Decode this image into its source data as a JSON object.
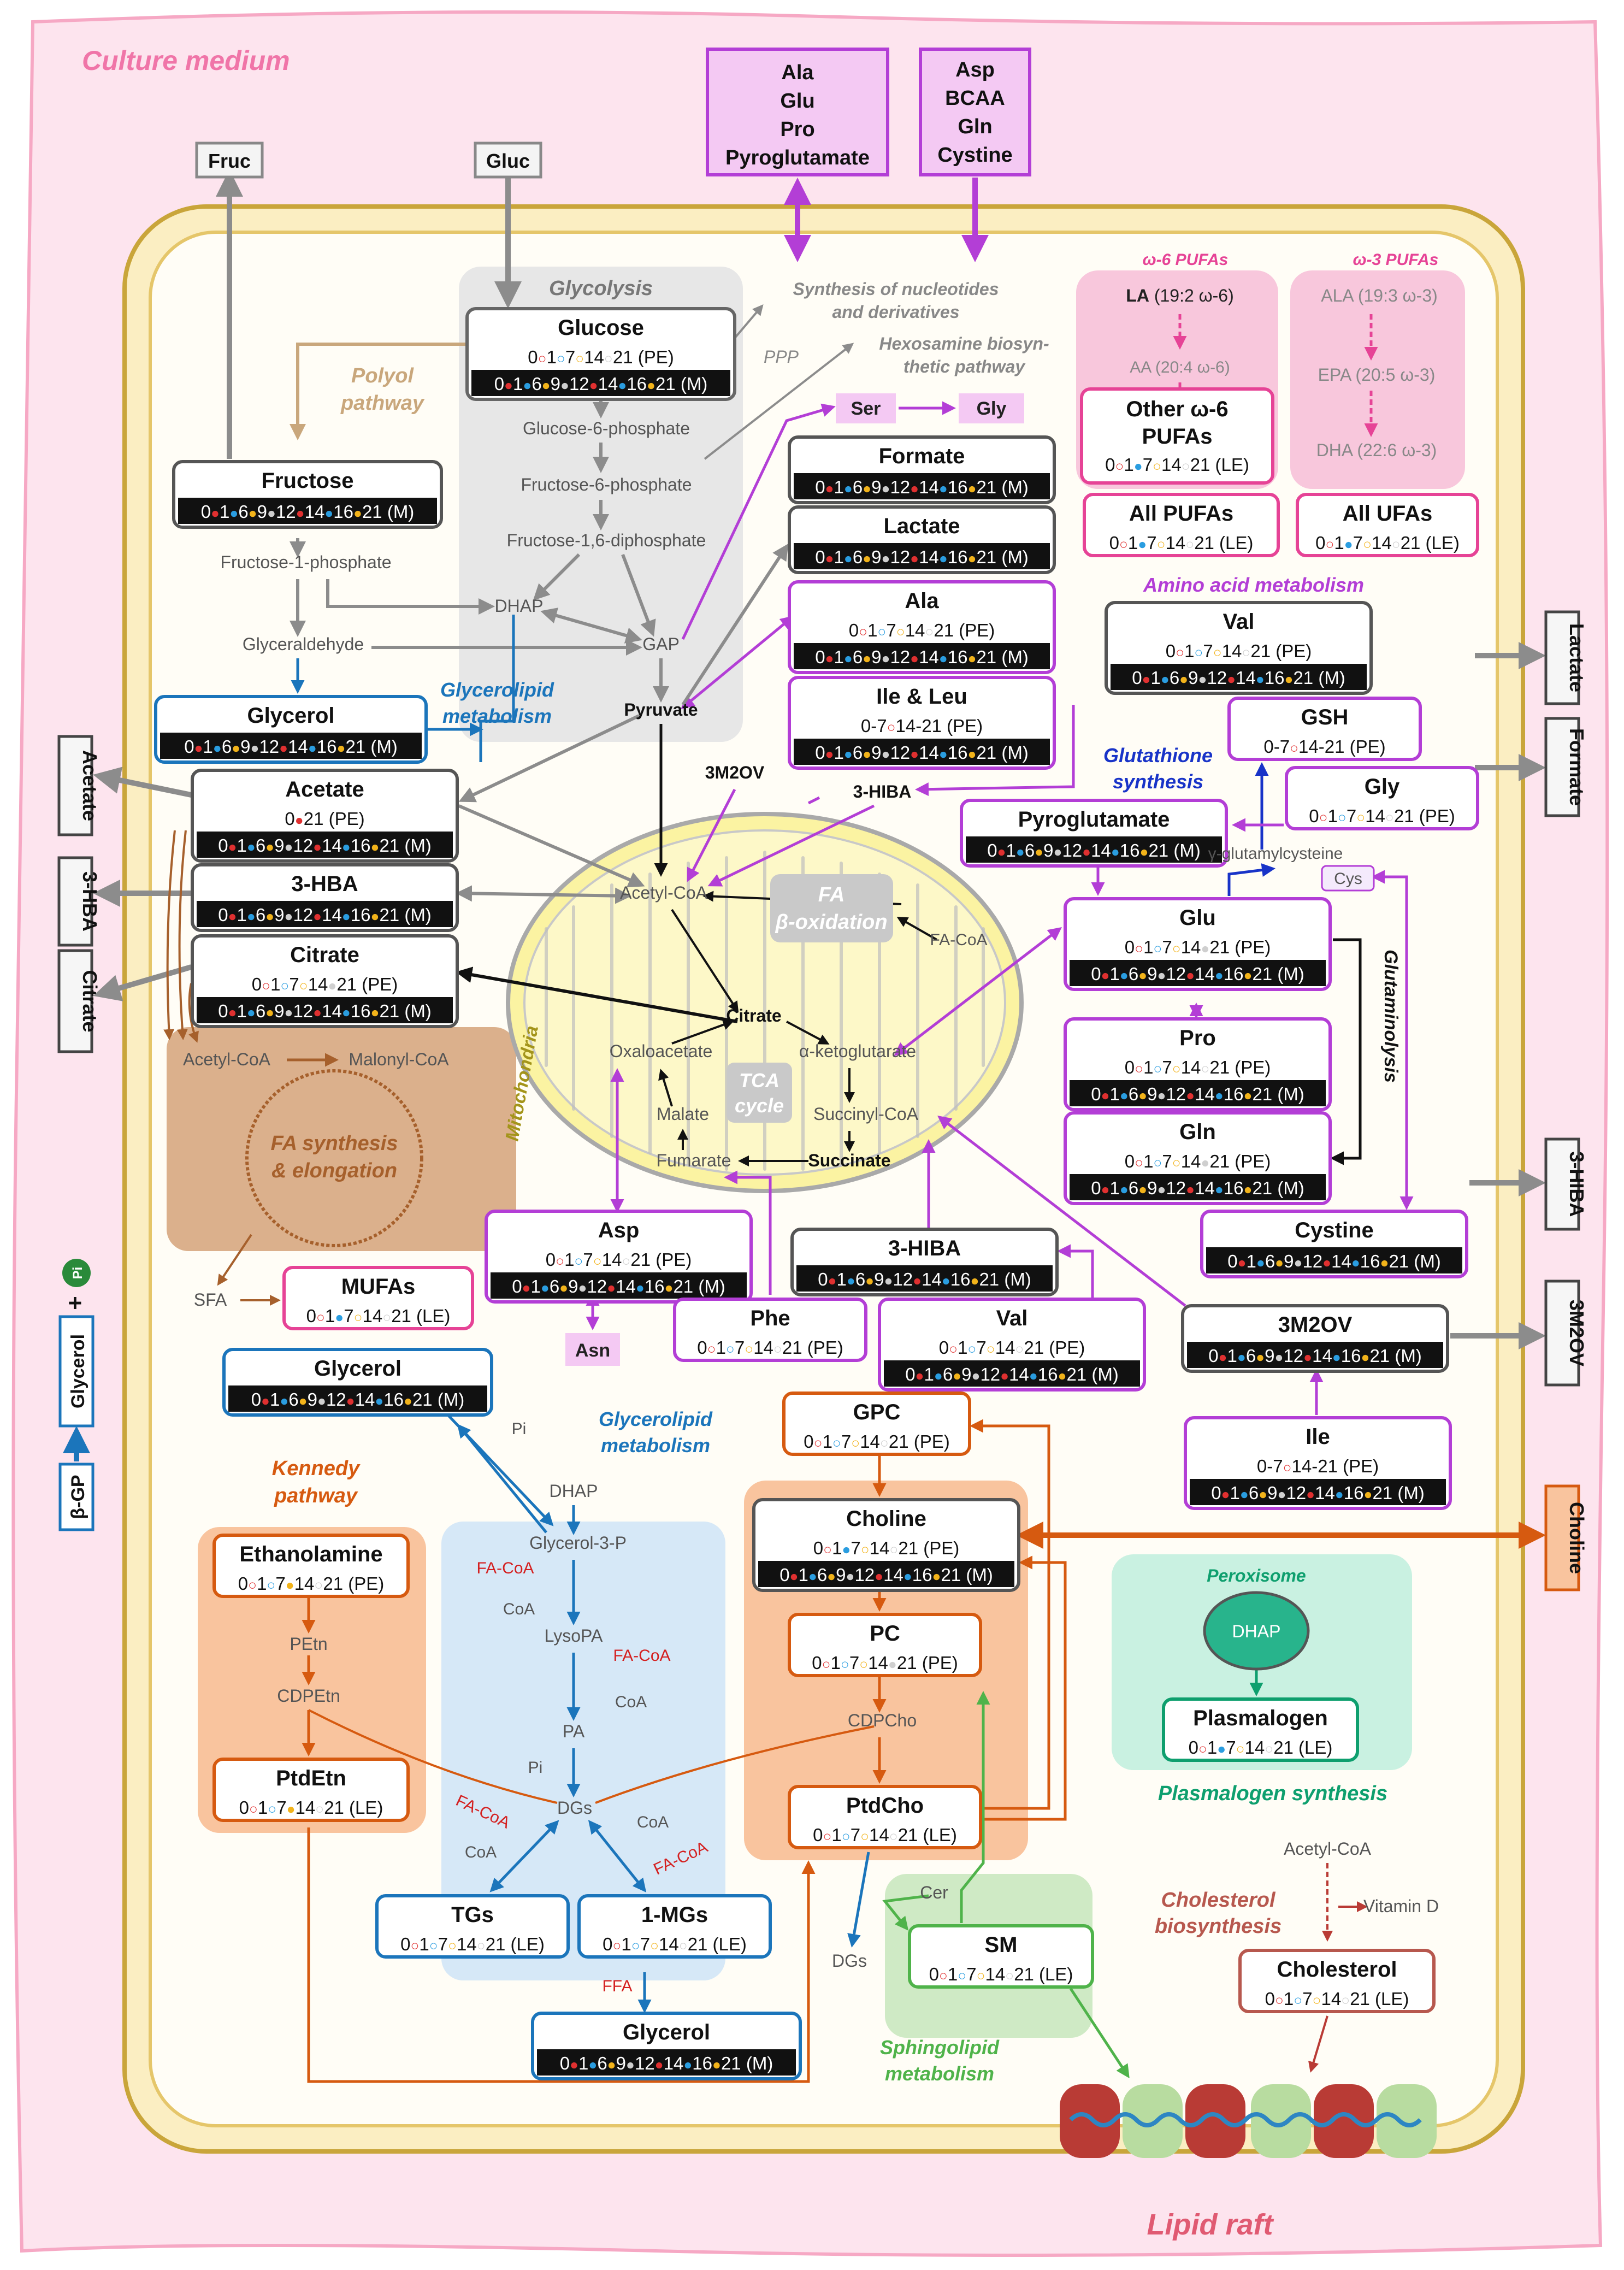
{
  "colors": {
    "medium_fill": "#fde4ee",
    "medium_border": "#f6a8c4",
    "cell_outer": "#c9a53a",
    "cell_inner_fill": "#fff9e8",
    "cell_inner_border": "#e5c66a",
    "glycolysis_bg": "#e7e7e7",
    "grey_arrow": "#8c8c8c",
    "purple": "#b33ed6",
    "purple_box_fill": "#f4c9f3",
    "blue": "#1b75bb",
    "blue_bg": "#d6e8f7",
    "orange": "#d65a10",
    "orange_bg": "#f9c49e",
    "green": "#4fb34a",
    "green_bg": "#cfeac5",
    "teal": "#0e9f6e",
    "teal_bg": "#c9f1e1",
    "brown": "#a6602c",
    "brown_bg": "#dbb08c",
    "pink": "#e64396",
    "pink_bg": "#f8c7dc",
    "red": "#d42020",
    "tan": "#c9a77c",
    "navy": "#1833c8",
    "mito_fill": "#fbf3a2",
    "mito_border": "#a9a9a9",
    "raft_red": "#b93b35",
    "raft_green": "#b8dca0",
    "raft_blue": "#2d86c3"
  },
  "labels": {
    "culture_medium": "Culture medium",
    "fruc": "Fruc",
    "gluc": "Gluc",
    "ala_glu_pro_pyro": [
      "Ala",
      "Glu",
      "Pro",
      "Pyroglutamate"
    ],
    "asp_bcaa_gln_cys": [
      "Asp",
      "BCAA",
      "Gln",
      "Cystine"
    ],
    "glycolysis": "Glycolysis",
    "polyol_pathway": [
      "Polyol",
      "pathway"
    ],
    "synthesis_nucleotides": [
      "Synthesis of nucleotides",
      "and derivatives"
    ],
    "ppp": "PPP",
    "hexosamine": [
      "Hexosamine biosyn-",
      "thetic pathway"
    ],
    "w6_pufas": "ω-6 PUFAs",
    "w3_pufas": "ω-3 PUFAs",
    "la": "LA (19:2 ω-6)",
    "la_bold": "LA",
    "la_rest": " (19:2 ω-6)",
    "aa": "AA (20:4 ω-6)",
    "ala_w3": "ALA (19:3 ω-3)",
    "epa": "EPA (20:5 ω-3)",
    "dha": "DHA (22:6 ω-3)",
    "glucose_6_p": "Glucose-6-phosphate",
    "fructose_6_p": "Fructose-6-phosphate",
    "fructose_16_dp": "Fructose-1,6-diphosphate",
    "fructose_1_p": "Fructose-1-phosphate",
    "dhap": "DHAP",
    "glyceraldehyde": "Glyceraldehyde",
    "gap": "GAP",
    "pyruvate": "Pyruvate",
    "ser": "Ser",
    "gly_small": "Gly",
    "amino_acid_metabolism": "Amino acid metabolism",
    "glycerolipid_metabolism": [
      "Glycerolipid",
      "metabolism"
    ],
    "glutathione_synthesis": [
      "Glutathione",
      "synthesis"
    ],
    "gamma_glu_cys": "γ-glutamylcysteine",
    "cys": "Cys",
    "glutaminolysis": "Glutaminolysis",
    "three_m2ov": "3M2OV",
    "three_hiba": "3-HIBA",
    "fa_beta_ox": [
      "FA",
      "β-oxidation"
    ],
    "fa_coa_mito": "FA-CoA",
    "acetyl_coa_mito": "Acetyl-CoA",
    "citrate_mito": "Citrate",
    "oxaloacetate": "Oxaloacetate",
    "alpha_kg": "α-ketoglutarate",
    "malate": "Malate",
    "tca_cycle": [
      "TCA",
      "cycle"
    ],
    "succinyl_coa": "Succinyl-CoA",
    "fumarate": "Fumarate",
    "succinate": "Succinate",
    "mitochondria": "Mitochondria",
    "acetyl_coa": "Acetyl-CoA",
    "malonyl_coa": "Malonyl-CoA",
    "fa_synthesis": [
      "FA synthesis",
      "& elongation"
    ],
    "sfa": "SFA",
    "asn": "Asn",
    "kennedy_pathway": [
      "Kennedy",
      "pathway"
    ],
    "glycerolipid_metabolism_2": [
      "Glycerolipid",
      "metabolism"
    ],
    "pi": "Pi",
    "dhap2": "DHAP",
    "glycerol_3_p": "Glycerol-3-P",
    "fa_coa": "FA-CoA",
    "coa": "CoA",
    "lysopa": "LysoPA",
    "pa": "PA",
    "dgs": "DGs",
    "petn": "PEtn",
    "cdpetn": "CDPEtn",
    "cdpcho": "CDPCho",
    "ffa": "FFA",
    "cer": "Cer",
    "sphingolipid_metabolism": [
      "Sphingolipid",
      "metabolism"
    ],
    "peroxisome": "Peroxisome",
    "plasmalogen_synthesis": "Plasmalogen synthesis",
    "acetyl_coa_chol": "Acetyl-CoA",
    "vitamin_d": "Vitamin D",
    "cholesterol_biosynthesis": [
      "Cholesterol",
      "biosynthesis"
    ],
    "lipid_raft": "Lipid raft",
    "out_lactate": "Lactate",
    "out_formate": "Formate",
    "out_acetate": "Acetate",
    "out_3hba": "3-HBA",
    "out_citrate": "Citrate",
    "out_3hiba": "3-HIBA",
    "out_3m2ov": "3M2OV",
    "out_choline": "Choline",
    "beta_gp": "β-GP",
    "glycerol_side": "Glycerol",
    "plus": "+",
    "pi_circle": "Pi"
  },
  "boxes": {
    "glucose": {
      "title": "Glucose",
      "pe": "0○1○7○14○21 (PE)",
      "m": "0●1●6●9●12●14●16●21 (M)"
    },
    "fructose": {
      "title": "Fructose",
      "m": "0●1●6●9●12●14●16●21 (M)"
    },
    "glycerol1": {
      "title": "Glycerol",
      "m": "0●1●6●9●12●14●16●21 (M)"
    },
    "acetate": {
      "title": "Acetate",
      "pe": "0●21 (PE)",
      "m": "0●1●6●9●12●14●16●21 (M)"
    },
    "hba": {
      "title": "3-HBA",
      "m": "0●1●6●9●12●14●16●21 (M)"
    },
    "citrate": {
      "title": "Citrate",
      "pe": "0○1○7○14●21 (PE)",
      "m": "0●1●6●9●12●14●16●21 (M)"
    },
    "formate": {
      "title": "Formate",
      "m": "0●1●6●9●12●14●16●21 (M)"
    },
    "lactate": {
      "title": "Lactate",
      "m": "0●1●6●9●12●14●16●21 (M)"
    },
    "ala": {
      "title": "Ala",
      "pe": "0○1○7○14○21 (PE)",
      "m": "0●1●6●9●12●14●16●21 (M)"
    },
    "ile_leu": {
      "title": "Ile & Leu",
      "pe": "0-7○14-21 (PE)",
      "m": "0●1●6●9●12●14●16●21 (M)"
    },
    "other_w6": {
      "title1": "Other ω-6",
      "title2": "PUFAs",
      "le": "0○1●7○14○21 (LE)"
    },
    "all_pufas": {
      "title": "All PUFAs",
      "le": "0○1●7○14○21 (LE)"
    },
    "all_ufas": {
      "title": "All UFAs",
      "le": "0○1●7○14○21 (LE)"
    },
    "val1": {
      "title": "Val",
      "pe": "0○1○7○14○21 (PE)",
      "m": "0●1●6●9●12●14●16●21 (M)"
    },
    "gsh": {
      "title": "GSH",
      "pe": "0-7○14-21 (PE)"
    },
    "gly": {
      "title": "Gly",
      "pe": "0○1○7○14○21 (PE)"
    },
    "pyroglutamate": {
      "title": "Pyroglutamate",
      "m": "0●1●6●9●12●14●16●21 (M)"
    },
    "glu": {
      "title": "Glu",
      "pe": "0○1○7○14●21 (PE)",
      "m": "0●1●6●9●12●14●16●21 (M)"
    },
    "pro": {
      "title": "Pro",
      "pe": "0○1○7○14○21 (PE)",
      "m": "0●1●6●9●12●14●16●21 (M)"
    },
    "gln": {
      "title": "Gln",
      "pe": "0○1○7○14●21 (PE)",
      "m": "0●1●6●9●12●14●16●21 (M)"
    },
    "cystine": {
      "title": "Cystine",
      "m": "0●1●6●9●12●14●16●21 (M)"
    },
    "asp": {
      "title": "Asp",
      "pe": "0○1○7○14○21 (PE)",
      "m": "0●1●6●9●12●14●16●21 (M)"
    },
    "mufas": {
      "title": "MUFAs",
      "le": "0○1●7○14○21 (LE)"
    },
    "hiba_box": {
      "title": "3-HIBA",
      "m": "0●1●6●9●12●14●16●21 (M)"
    },
    "phe": {
      "title": "Phe",
      "pe": "0○1○7○14○21 (PE)"
    },
    "val2": {
      "title": "Val",
      "pe": "0○1○7○14○21 (PE)",
      "m": "0●1●6●9●12●14●16●21 (M)"
    },
    "m2ov_box": {
      "title": "3M2OV",
      "m": "0●1●6●9●12●14●16●21 (M)"
    },
    "glycerol2": {
      "title": "Glycerol",
      "m": "0●1●6●9●12●14●16●21 (M)"
    },
    "gpc": {
      "title": "GPC",
      "pe": "0○1○7○14○21 (PE)"
    },
    "ile": {
      "title": "Ile",
      "pe": "0-7○14-21 (PE)",
      "m": "0●1●6●9●12●14●16●21 (M)"
    },
    "ethanolamine": {
      "title": "Ethanolamine",
      "pe": "0○1○7●14○21 (PE)"
    },
    "choline": {
      "title": "Choline",
      "pe": "0○1●7○14○21 (PE)",
      "m": "0●1●6●9●12●14●16●21 (M)"
    },
    "pc": {
      "title": "PC",
      "pe": "0○1○7○14●21 (PE)"
    },
    "plasmalogen": {
      "title": "Plasmalogen",
      "le": "0○1●7○14○21 (LE)"
    },
    "ptdetn": {
      "title": "PtdEtn",
      "le": "0○1○7●14○21 (LE)"
    },
    "ptdcho": {
      "title": "PtdCho",
      "le": "0○1○7○14○21 (LE)"
    },
    "tgs": {
      "title": "TGs",
      "le": "0○1○7○14○21 (LE)"
    },
    "mgs": {
      "title": "1-MGs",
      "le": "0○1○7○14○21 (LE)"
    },
    "sm": {
      "title": "SM",
      "le": "0○1○7○14○21 (LE)"
    },
    "cholesterol": {
      "title": "Cholesterol",
      "le": "0○1○7○14○21 (LE)"
    },
    "glycerol3": {
      "title": "Glycerol",
      "m": "0●1●6●9●12●14●16●21 (M)"
    }
  }
}
